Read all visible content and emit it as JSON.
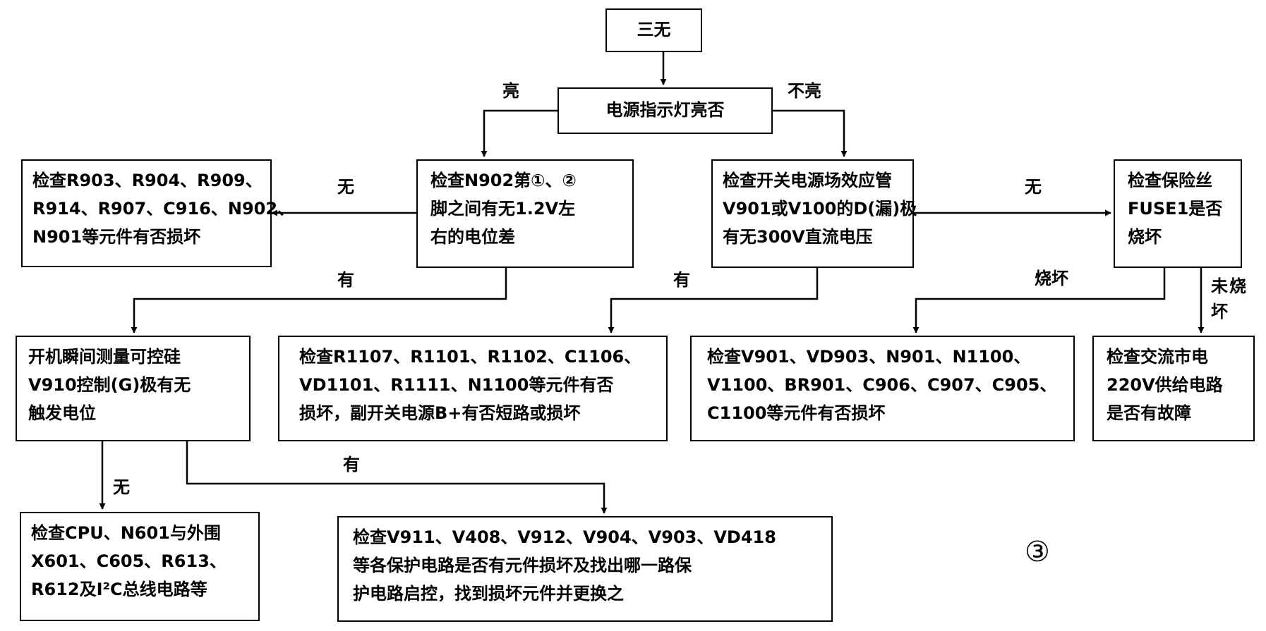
{
  "nodes": {
    "start": [
      "三无"
    ],
    "power_led": [
      "电源指示灯亮否"
    ],
    "check_n902": [
      "检查N902第①、②",
      "脚之间有无1.2V左",
      "右的电位差"
    ],
    "check_r903": [
      "检查R903、R904、R909、",
      "R914、R907、C916、N902、",
      "N901等元件有否损坏"
    ],
    "check_fet": [
      "检查开关电源场效应管",
      "V901或V100的D(漏)极",
      "有无300V直流电压"
    ],
    "check_fuse": [
      "检查保险丝",
      "FUSE1是否",
      "烧坏"
    ],
    "measure_v910": [
      "开机瞬间测量可控硅",
      "V910控制(G)极有无",
      "触发电位"
    ],
    "check_r1107": [
      "检查R1107、R1101、R1102、C1106、",
      "VD1101、R1111、N1100等元件有否",
      "损坏，副开关电源B+有否短路或损坏"
    ],
    "check_v901": [
      "检查V901、VD903、N901、N1100、",
      "V1100、BR901、C906、C907、C905、",
      "C1100等元件有否损坏"
    ],
    "check_ac": [
      "检查交流市电",
      "220V供给电路",
      "是否有故障"
    ],
    "check_cpu": [
      "检查CPU、N601与外围",
      "X601、C605、R613、",
      "R612及I²C总线电路等"
    ],
    "check_v911": [
      "检查V911、V408、V912、V904、V903、VD418",
      "等各保护电路是否有元件损坏及找出哪一路保",
      "护电路启控，找到损坏元件并更换之"
    ]
  },
  "edge_labels": {
    "lit": "亮",
    "not_lit": "不亮",
    "no_1": "无",
    "no_2": "无",
    "yes_1": "有",
    "yes_2": "有",
    "burnt": "烧坏",
    "not_burnt": "未烧坏",
    "no_3": "无",
    "yes_3": "有"
  },
  "figure_marker": "③"
}
